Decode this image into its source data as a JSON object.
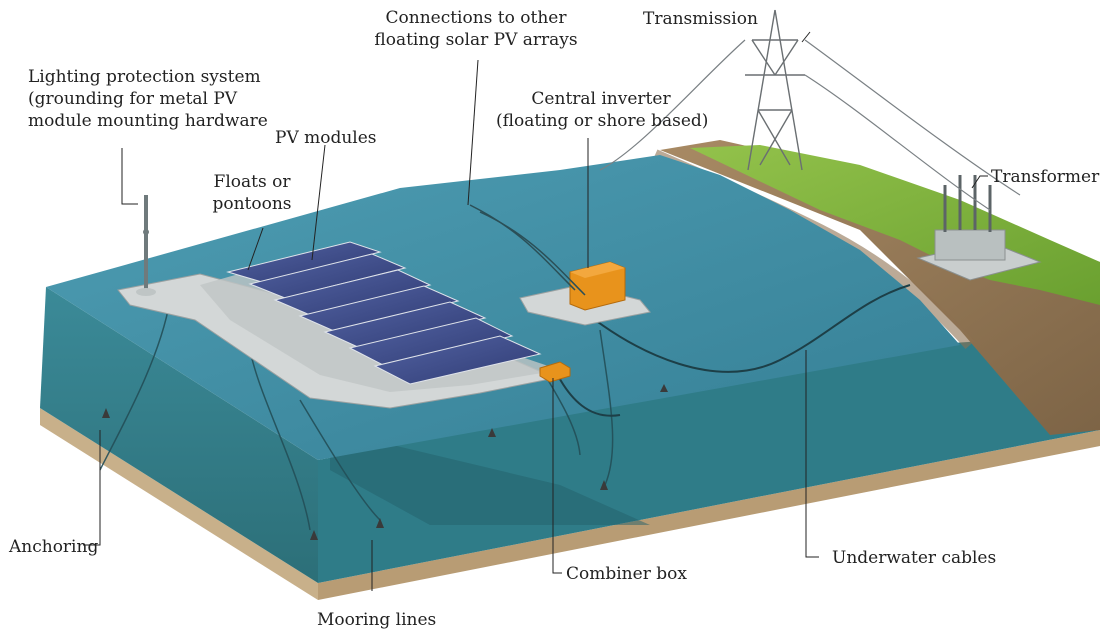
{
  "labels": {
    "lighting": [
      "Lighting protection system",
      "(grounding for metal PV",
      "module mounting hardware"
    ],
    "connections": [
      "Connections to other",
      "floating solar PV arrays"
    ],
    "transmission": "Transmission",
    "central_inverter": [
      "Central inverter",
      "(floating or shore based)"
    ],
    "pv_modules": "PV modules",
    "floats": [
      "Floats or",
      "pontoons"
    ],
    "transformer": "Transformer",
    "anchoring": "Anchoring",
    "underwater_cables": "Underwater cables",
    "combiner_box": "Combiner box",
    "mooring_lines": "Mooring lines"
  },
  "colors": {
    "water_surface": "#3f8fa6",
    "water_body": "#2f7d8a",
    "seabed": "#c8b08a",
    "grass": "#7fb23a",
    "soil": "#9b7f5c",
    "panel": "#3b4a86",
    "float": "#d9dcdc",
    "inverter": "#e8931c"
  }
}
